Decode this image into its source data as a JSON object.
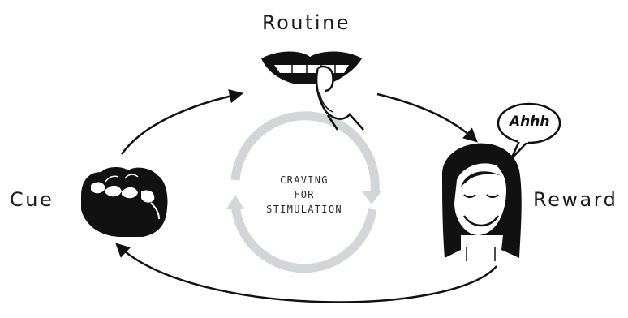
{
  "labels": {
    "routine": "Routine",
    "cue": "Cue",
    "reward": "Reward"
  },
  "center": {
    "line1": "CRAVING",
    "line2": "FOR",
    "line3": "STIMULATION"
  },
  "speech_bubble": "Ahhh",
  "icons": {
    "routine": "mouth-nail-biting-icon",
    "cue": "clenched-fist-icon",
    "reward": "smiling-woman-icon"
  },
  "colors": {
    "ink": "#111111",
    "craving_ring": "#d3d6d8"
  }
}
